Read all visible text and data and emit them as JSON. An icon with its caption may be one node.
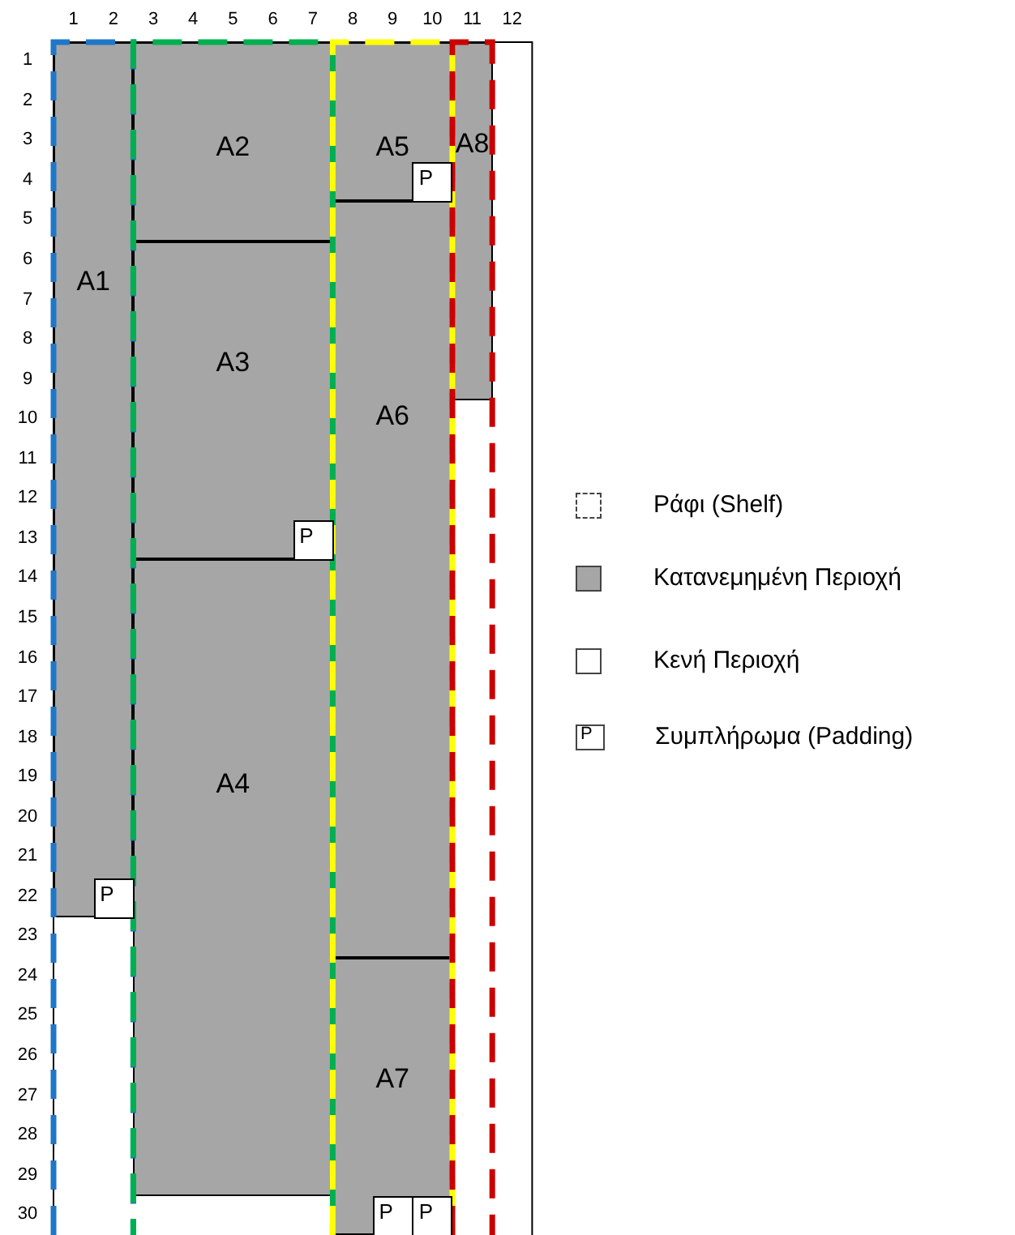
{
  "diagram": {
    "nodes": [
      {
        "text": [
          "A1"
        ]
      },
      {
        "text": [
          "P"
        ],
        "in": 0
      },
      {
        "text": [
          "A2"
        ]
      },
      {
        "text": [
          "A3"
        ]
      },
      {
        "text": [
          "P"
        ],
        "in": 3
      },
      {
        "text": [
          "A4"
        ]
      },
      {
        "text": [
          "A5"
        ]
      },
      {
        "text": [
          "P"
        ],
        "in": 6
      },
      {
        "text": [
          "A6"
        ]
      },
      {
        "text": [
          "A7"
        ]
      },
      {
        "text": [
          "P"
        ],
        "in": 9
      },
      {
        "text": [
          "P"
        ],
        "in": 9
      },
      {
        "text": [
          "A8"
        ]
      }
    ],
    "labels": [
      "1",
      "2",
      "3",
      "4",
      "5",
      "6",
      "7",
      "8",
      "9",
      "10",
      "11",
      "12",
      "1",
      "2",
      "3",
      "4",
      "5",
      "6",
      "7",
      "8",
      "9",
      "10",
      "11",
      "12",
      "13",
      "14",
      "15",
      "16",
      "17",
      "18",
      "19",
      "20",
      "21",
      "22",
      "23",
      "24",
      "25",
      "26",
      "27",
      "28",
      "29",
      "30",
      "P"
    ],
    "legend": [
      {
        "text": "Ράφι (Shelf)"
      },
      {
        "text": "Κατανεμημένη Περιοχή",
        "color": "#a6a6a6"
      },
      {
        "text": "Κενή Περιοχή",
        "color": "#ffffff"
      },
      {
        "text": "Συμπλήρωμα (Padding)"
      }
    ]
  }
}
